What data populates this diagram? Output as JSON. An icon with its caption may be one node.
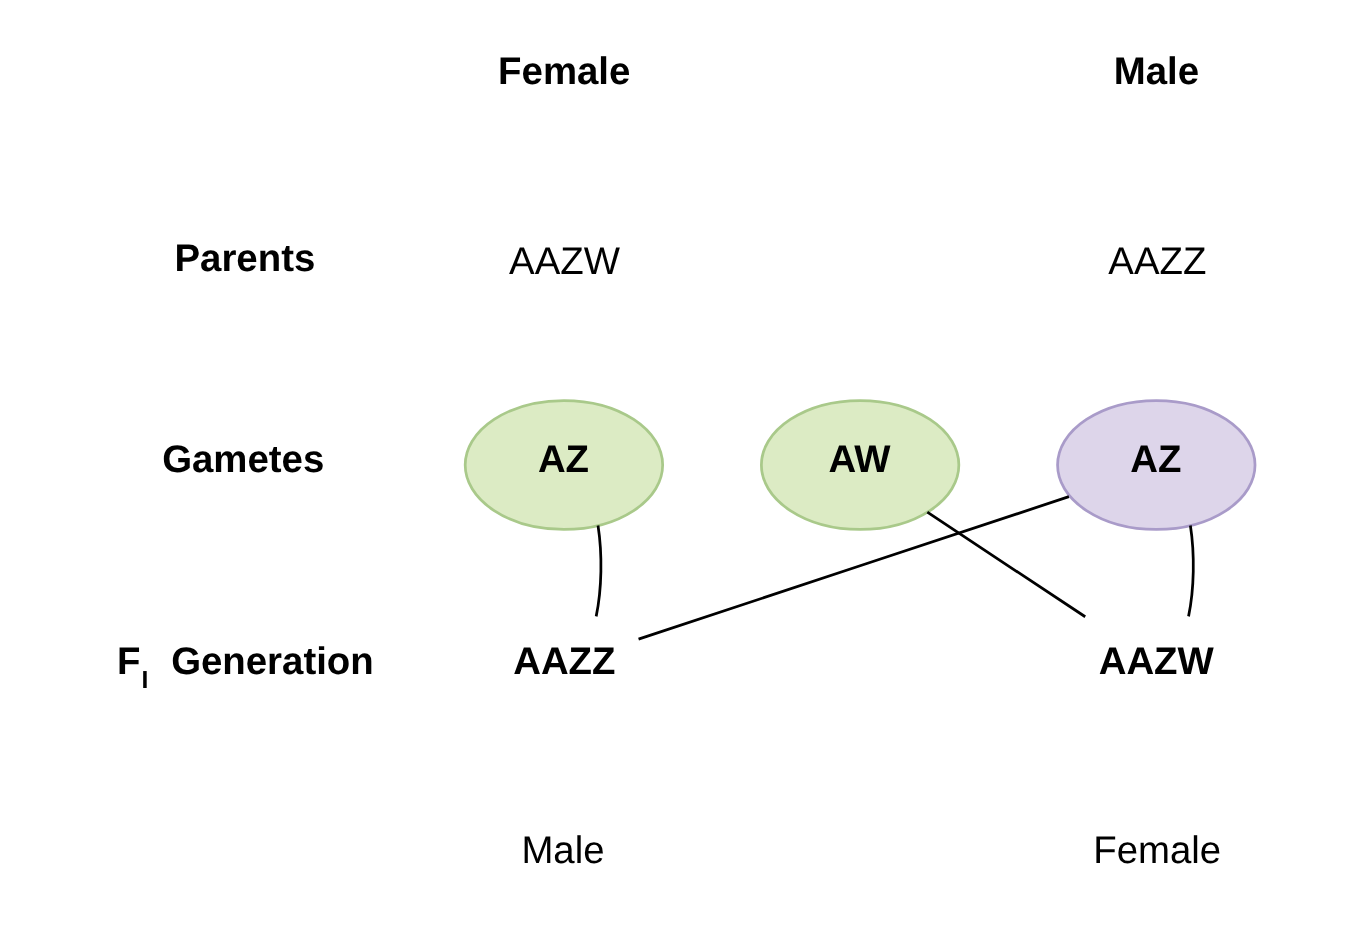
{
  "diagram": {
    "nodes": [
      {
        "text": [
          "AZ"
        ]
      },
      {
        "text": [
          "AW"
        ]
      },
      {
        "text": [
          "AZ"
        ]
      },
      {
        "text": [
          "AAZZ"
        ]
      },
      {
        "text": [
          "AAZW"
        ]
      }
    ],
    "edges": [
      {
        "from": 0,
        "to": 3,
        "arrow": "none"
      },
      {
        "from": 2,
        "to": 3,
        "arrow": "none"
      },
      {
        "from": 1,
        "to": 4,
        "arrow": "none"
      },
      {
        "from": 2,
        "to": 4,
        "arrow": "none"
      }
    ],
    "labels": [
      "Female",
      "Male",
      "Parents",
      "AAZW",
      "AAZZ",
      "Gametes",
      "F$_{I}$ Generation",
      "Male",
      "Female"
    ]
  }
}
